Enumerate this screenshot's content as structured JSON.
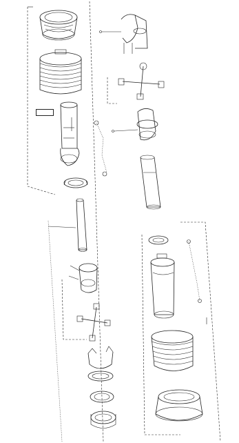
{
  "diagram": {
    "kind": "exploded-parts-view",
    "warning_label": "",
    "callouts": [
      {
        "id": "c1",
        "text": ""
      },
      {
        "id": "c2",
        "text": ""
      },
      {
        "id": "c3",
        "text": ""
      },
      {
        "id": "c4",
        "text": ""
      },
      {
        "id": "c5",
        "text": ""
      },
      {
        "id": "c6",
        "text": ""
      }
    ]
  },
  "colors": {
    "ink": "#222222",
    "background": "#ffffff"
  }
}
